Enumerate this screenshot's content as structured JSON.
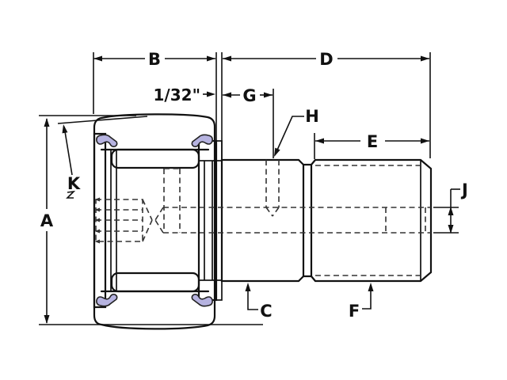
{
  "diagram": {
    "labels": {
      "a": "A",
      "b": "B",
      "c": "C",
      "d": "D",
      "e": "E",
      "f": "F",
      "g": "G",
      "h": "H",
      "j": "J",
      "k": "K",
      "crown_offset": "1/32\""
    },
    "colors": {
      "line": "#111111",
      "seal": "#b6b3e0",
      "hatch": "#444444",
      "background": "#ffffff"
    }
  }
}
